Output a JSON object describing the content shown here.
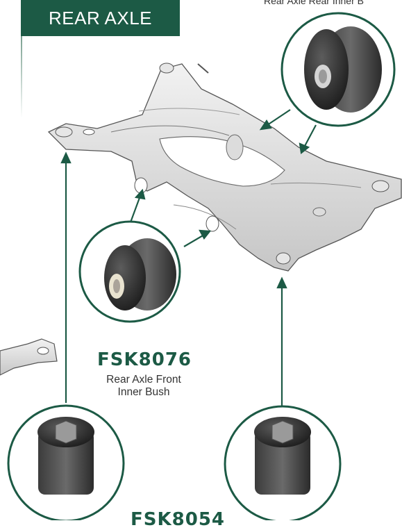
{
  "section_title": "REAR AXLE",
  "top_caption": "Rear Axle Rear Inner B",
  "front_bush": {
    "code": "FSK8076",
    "desc_line1": "Rear Axle Front",
    "desc_line2": "Inner Bush"
  },
  "bottom_code": "FSK8054",
  "colors": {
    "brand_green": "#1c5a45",
    "bush_dark": "#2a2a2a",
    "frame_grey": "#d9d9d9"
  }
}
